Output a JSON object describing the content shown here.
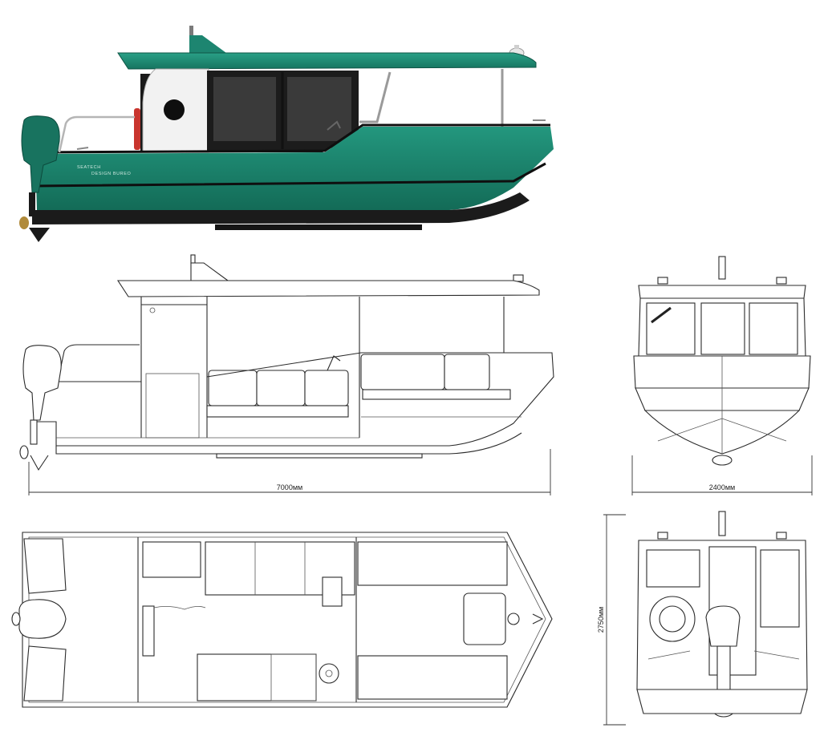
{
  "rendering": {
    "brand_line1": "SEATECH",
    "brand_line2": "DESIGN BUREO",
    "colors": {
      "hull": "#1f8a73",
      "hull_dark": "#13624f",
      "trim": "#1b1b1b",
      "cabin_white": "#f2f2f2",
      "nav_light": "#2bd14a",
      "extinguisher": "#c9352e"
    }
  },
  "dimensions": {
    "length": "7000мм",
    "beam": "2400мм",
    "height": "2750мм"
  },
  "views": [
    "rendered-side-view",
    "side-elevation",
    "front-elevation",
    "plan-view",
    "rear-elevation"
  ]
}
